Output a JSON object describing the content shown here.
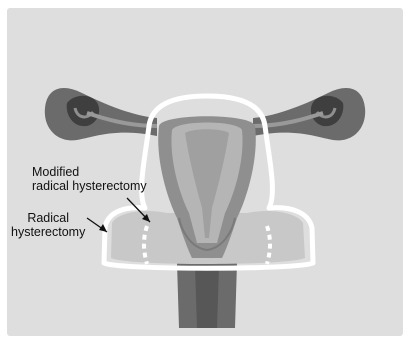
{
  "labels": {
    "modified": [
      "Modified",
      "radical hysterectomy"
    ],
    "radical": [
      "Radical",
      "hysterectomy"
    ]
  },
  "colors": {
    "background": "#dedede",
    "tissue_dark": "#6b6b6b",
    "tissue_mid": "#8f8f8f",
    "tissue_light": "#b5b5b5",
    "outline": "#ffffff",
    "text": "#111111"
  }
}
